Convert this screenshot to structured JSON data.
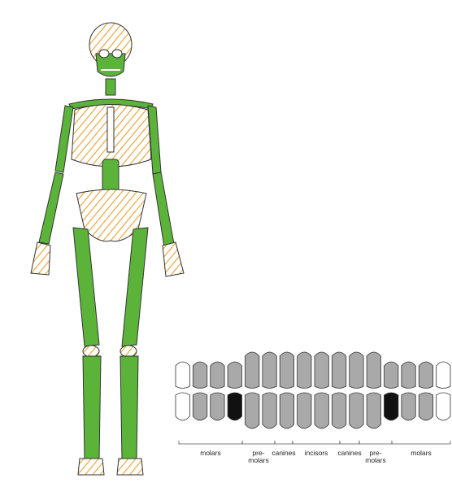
{
  "colors": {
    "bone_green": "#5cb33a",
    "hatch_orange": "#e8a030",
    "outline": "#333333",
    "tooth_gray": "#a9a9a9",
    "tooth_black": "#111111",
    "background": "#ffffff"
  },
  "skeleton": {
    "name": "human-skeleton-front-view"
  },
  "teeth_chart": {
    "upper_row_count": 16,
    "lower_row_count": 16,
    "labels": {
      "molars_left": "molars",
      "premolars_left_1": "pre-",
      "premolars_left_2": "molars",
      "canines_left": "canines",
      "incisors": "incisors",
      "canines_right": "canines",
      "premolars_right_1": "pre-",
      "premolars_right_2": "molars",
      "molars_right": "molars"
    }
  }
}
